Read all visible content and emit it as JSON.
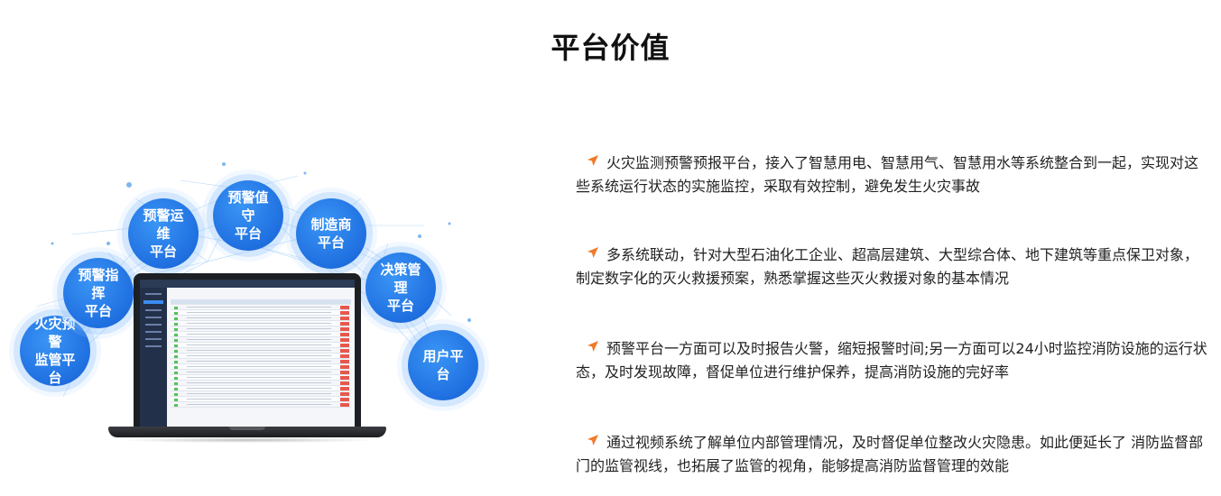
{
  "page": {
    "title": "平台价值"
  },
  "illustration": {
    "bubbles": [
      {
        "id": "fire-warning",
        "line1": "火灾预警",
        "line2": "监管平台"
      },
      {
        "id": "warning-command",
        "line1": "预警指挥",
        "line2": "平台"
      },
      {
        "id": "warning-ops",
        "line1": "预警运维",
        "line2": "平台"
      },
      {
        "id": "warning-duty",
        "line1": "预警值守",
        "line2": "平台"
      },
      {
        "id": "manufacturer",
        "line1": "制造商",
        "line2": "平台"
      },
      {
        "id": "decision-mgmt",
        "line1": "决策管理",
        "line2": "平台"
      },
      {
        "id": "user",
        "line1": "用户平台",
        "line2": ""
      }
    ],
    "bubble_color": "#1f6fe0",
    "network_color": "#8fc4f3"
  },
  "points": [
    {
      "text": "火灾监测预警预报平台，接入了智慧用电、智慧用气、智慧用水等系统整合到一起，实现对这些系统运行状态的实施监控，采取有效控制，避免发生火灾事故"
    },
    {
      "text": "多系统联动，针对大型石油化工企业、超高层建筑、大型综合体、地下建筑等重点保卫对象，制定数字化的灭火救援预案，熟悉掌握这些灭火救援对象的基本情况"
    },
    {
      "text": "预警平台一方面可以及时报告火警，缩短报警时间;另一方面可以24小时监控消防设施的运行状态，及时发现故障，督促单位进行维护保养，提高消防设施的完好率"
    },
    {
      "text": "通过视频系统了解单位内部管理情况，及时督促单位整改火灾隐患。如此便延长了 消防监督部门的监管视线，也拓展了监管的视角，能够提高消防监督管理的效能"
    }
  ],
  "colors": {
    "bullet_icon": "#f07a2a",
    "title_text": "#111111"
  },
  "icons": {
    "bullet": "arrow-pointer-icon"
  }
}
